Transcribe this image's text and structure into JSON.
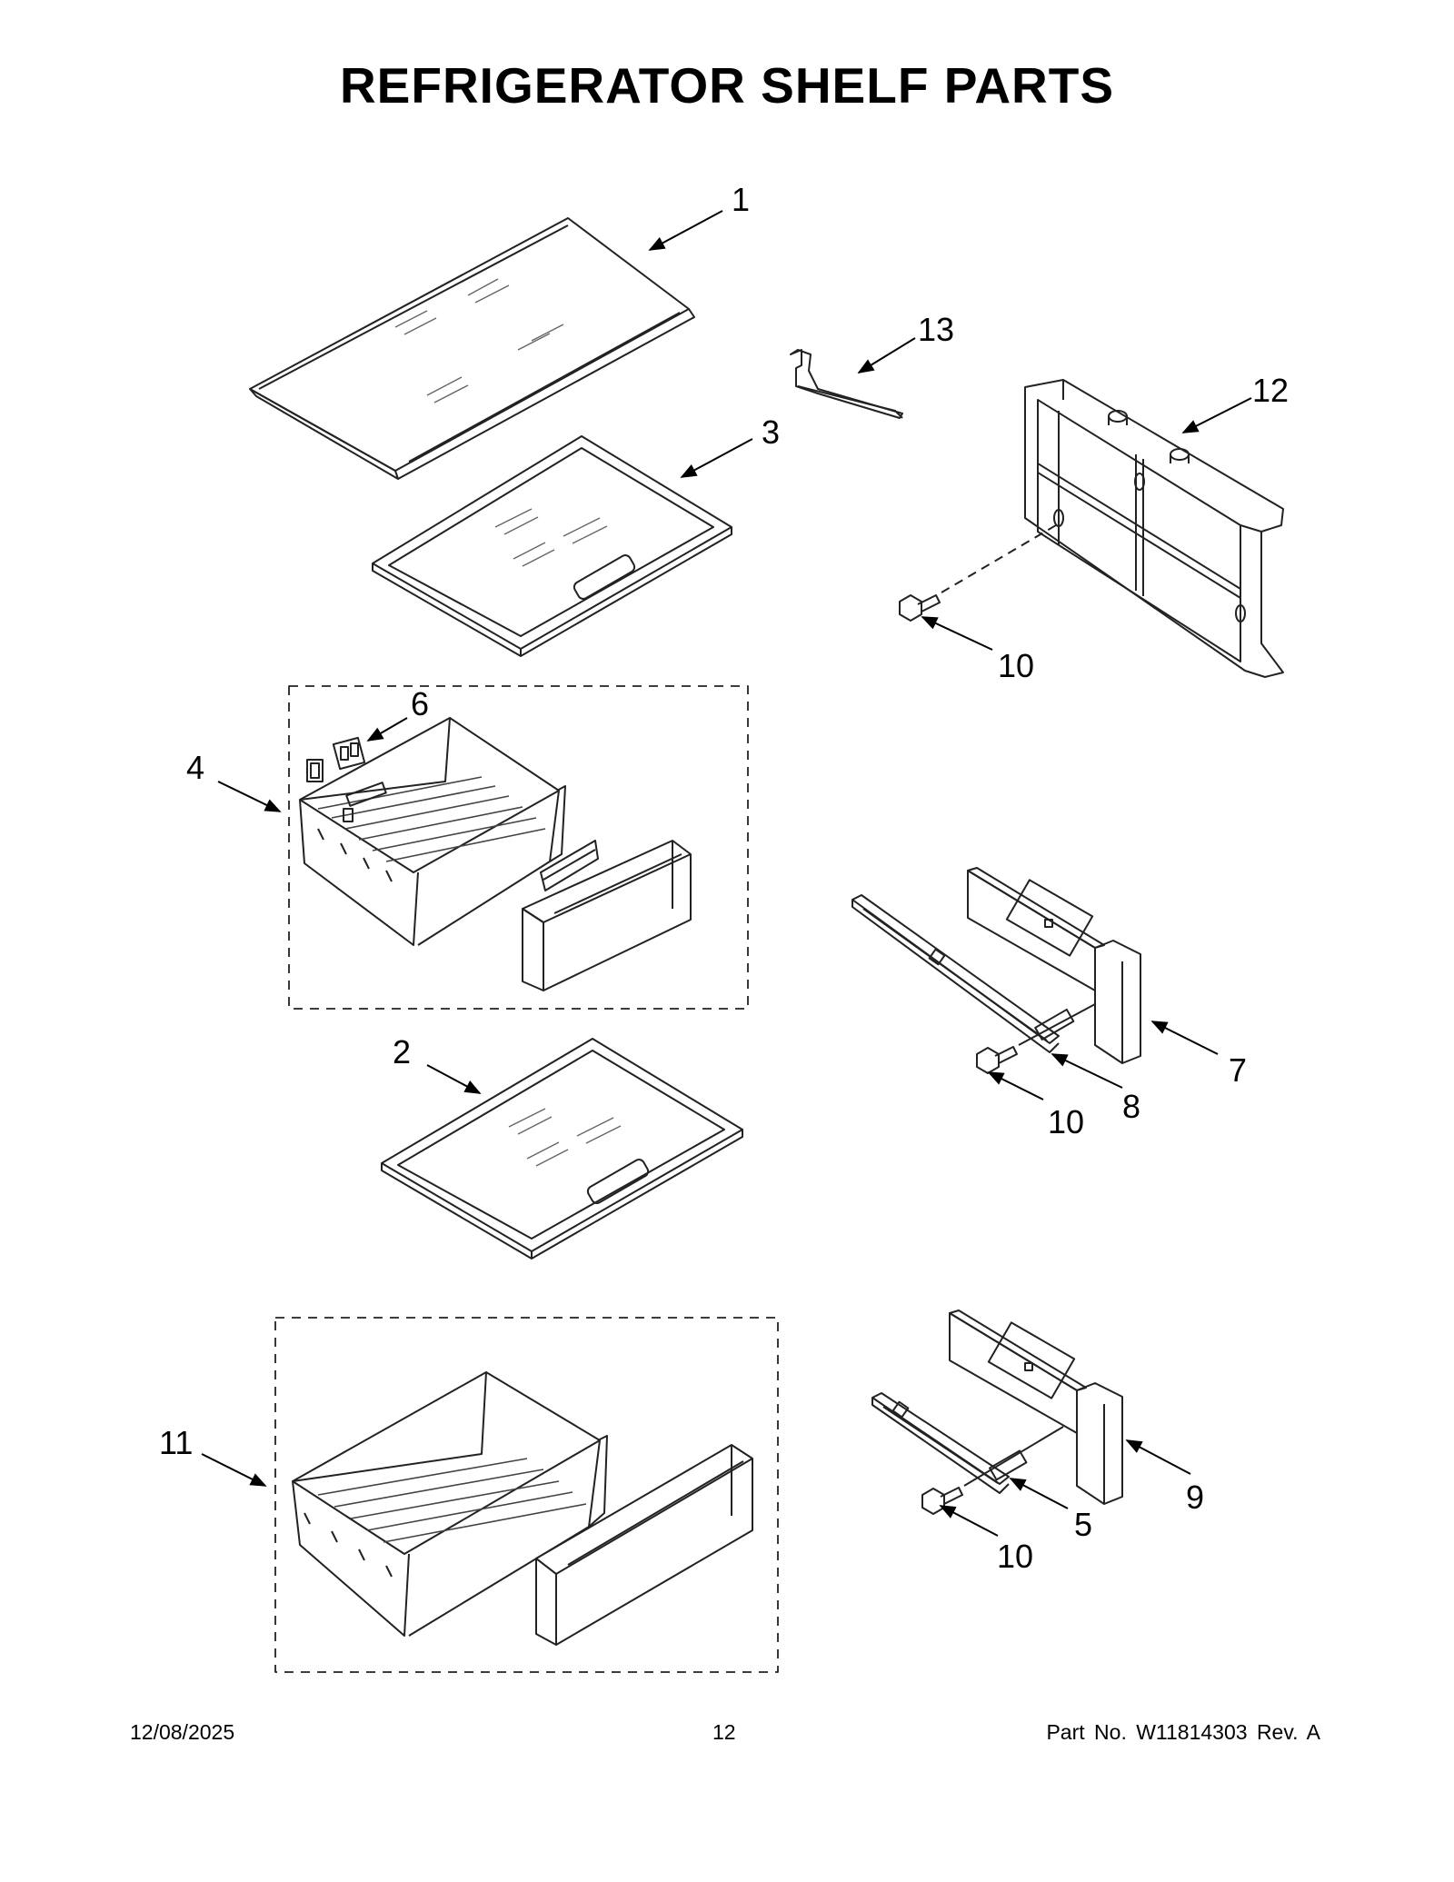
{
  "title": "REFRIGERATOR SHELF PARTS",
  "callouts": {
    "c1": "1",
    "c2": "2",
    "c3": "3",
    "c4": "4",
    "c5": "5",
    "c6": "6",
    "c7": "7",
    "c8": "8",
    "c9": "9",
    "c10a": "10",
    "c10b": "10",
    "c10c": "10",
    "c11": "11",
    "c12": "12",
    "c13": "13"
  },
  "footer": {
    "date": "12/08/2025",
    "page": "12",
    "part": "Part No.  W11814303  Rev.  A"
  }
}
